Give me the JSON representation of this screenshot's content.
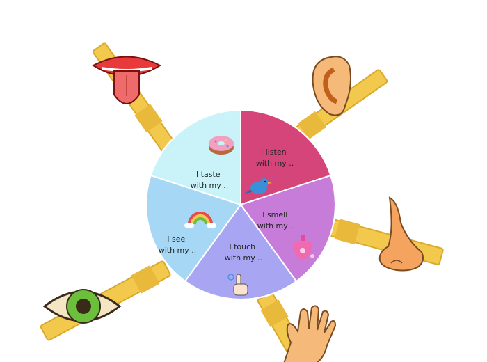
{
  "wheel": {
    "segments": [
      {
        "id": "listen",
        "line1": "I listen",
        "line2": "with my ..",
        "color": "#d6457a",
        "icon": "bird-icon"
      },
      {
        "id": "smell",
        "line1": "I smell",
        "line2": "with my ..",
        "color": "#c77cd9",
        "icon": "perfume-bottle-icon"
      },
      {
        "id": "touch",
        "line1": "I touch",
        "line2": "with my ..",
        "color": "#a8a6f2",
        "icon": "pointing-hand-icon"
      },
      {
        "id": "see",
        "line1": "I see",
        "line2": "with my ..",
        "color": "#a6d8f5",
        "icon": "rainbow-icon"
      },
      {
        "id": "taste",
        "line1": "I taste",
        "line2": "with my ..",
        "color": "#c9f3f9",
        "icon": "donut-icon"
      }
    ]
  },
  "colors": {
    "clothespin": "#f2c94c",
    "clothespin_dark": "#d9a92a",
    "skin": "#f5b97a",
    "lips": "#e83a3a",
    "tongue": "#ef6b6b",
    "iris": "#6bbf3a"
  },
  "parts": [
    "mouth-icon",
    "ear-icon",
    "nose-icon",
    "eye-icon",
    "hand-icon"
  ]
}
